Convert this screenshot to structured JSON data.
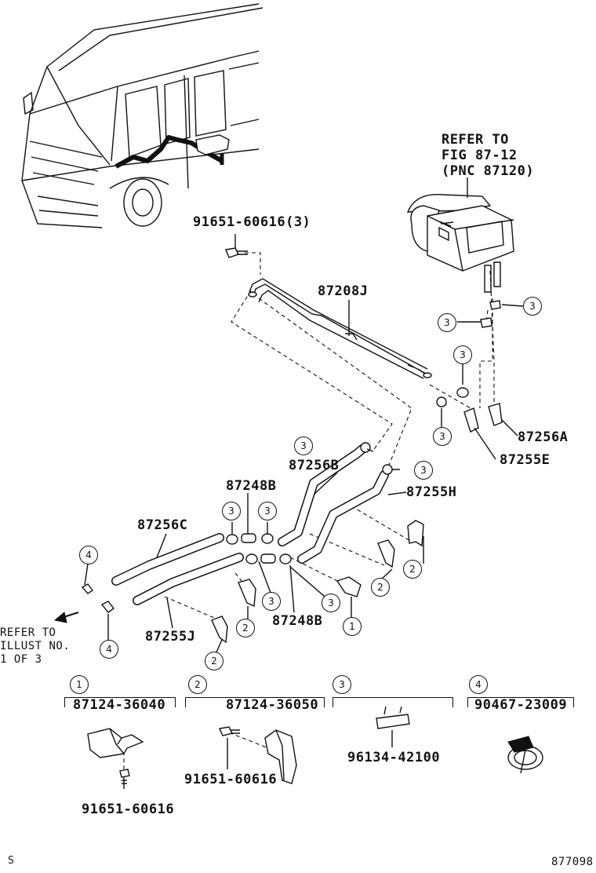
{
  "refer_fig": [
    "REFER TO",
    "FIG 87-12",
    "(PNC 87120)"
  ],
  "refer_illust": [
    "REFER TO",
    "ILLUST NO.",
    "1 OF 3"
  ],
  "parts": {
    "bolt_top": "91651-60616(3)",
    "pipe": "87208J",
    "hose_a": "87256A",
    "hose_e": "87255E",
    "hose_b": "87256B",
    "hose_h": "87255H",
    "joint_top": "87248B",
    "joint_bottom": "87248B",
    "hose_c": "87256C",
    "hose_j": "87255J"
  },
  "callouts": [
    "1",
    "2",
    "3",
    "4"
  ],
  "legend": [
    {
      "num": "1",
      "part_no": "87124-36040",
      "bolt": "91651-60616"
    },
    {
      "num": "2",
      "part_no": "87124-36050",
      "bolt": "91651-60616"
    },
    {
      "num": "3",
      "part_no": "96134-42100"
    },
    {
      "num": "4",
      "part_no": "90467-23009"
    }
  ],
  "corner_left": "S",
  "diagram_no": "877098"
}
